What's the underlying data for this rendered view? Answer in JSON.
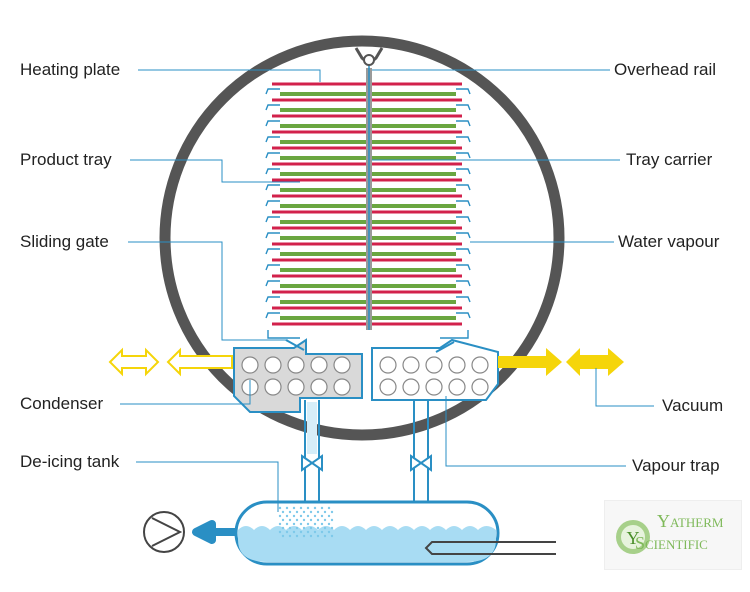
{
  "labels": {
    "heating_plate": "Heating plate",
    "product_tray": "Product tray",
    "sliding_gate": "Sliding gate",
    "condenser": "Condenser",
    "deicing_tank": "De-icing tank",
    "overhead_rail": "Overhead rail",
    "tray_carrier": "Tray carrier",
    "water_vapour": "Water vapour",
    "vacuum": "Vacuum",
    "vapour_trap": "Vapour trap"
  },
  "logo": {
    "line1": "Yatherm",
    "line2": "Scientific",
    "mark": "Y"
  },
  "colors": {
    "chamber": "#555555",
    "heating_plate": "#d2214b",
    "product_tray": "#6aa640",
    "vapour_flow": "#2a8fc4",
    "vacuum_arrow": "#f5d50a",
    "tank_water": "#a8dcf3",
    "condenser_fill": "#d9d9d9",
    "logo_green": "#7fb95a"
  }
}
